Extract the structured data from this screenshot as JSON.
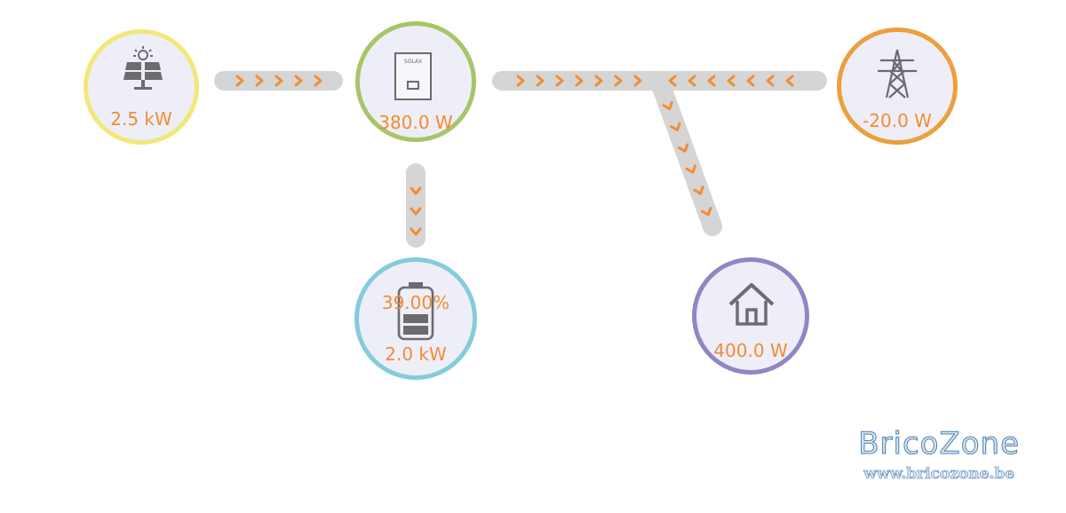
{
  "solar": {
    "power": "2.5 kW",
    "icon": "solar-panel-icon"
  },
  "inverter": {
    "power": "380.0 W",
    "icon": "inverter-icon",
    "brand": "SOLAX"
  },
  "grid": {
    "power": "-20.0 W",
    "icon": "power-pylon-icon"
  },
  "battery": {
    "soc": "39.00%",
    "power": "2.0 kW",
    "icon": "battery-icon"
  },
  "home": {
    "power": "400.0 W",
    "icon": "home-icon"
  },
  "watermark": {
    "name": "BricoZone",
    "url": "www.bricozone.be"
  },
  "colors": {
    "accent": "#f28c33",
    "line": "#d5d5d5",
    "solar_ring": "#f2e87a",
    "inverter_ring": "#a9c467",
    "grid_ring": "#eb9f3d",
    "battery_ring": "#86cbd9",
    "home_ring": "#9185c4"
  }
}
